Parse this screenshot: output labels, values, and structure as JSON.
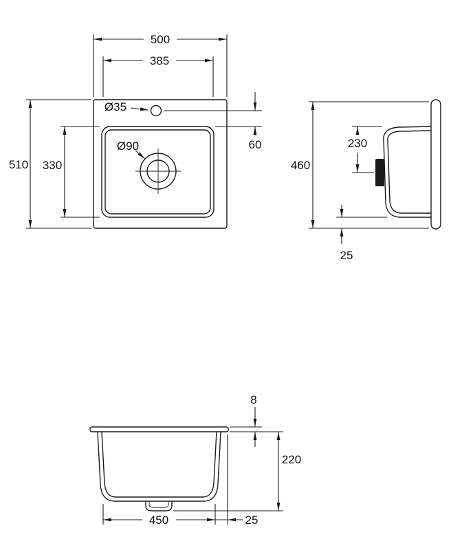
{
  "drawing": {
    "type": "technical-drawing",
    "subject": "kitchen sink dimensional drawing",
    "units": "mm",
    "colors": {
      "background": "#ffffff",
      "line": "#1a1a1a"
    },
    "plan_view": {
      "dims": {
        "overall_width": "500",
        "inner_width": "385",
        "overall_depth": "510",
        "bowl_depth": "330",
        "tap_to_bowl": "60",
        "tap_hole_diameter": "Ø35",
        "drain_diameter": "Ø90"
      }
    },
    "side_view": {
      "dims": {
        "mounting_depth": "460",
        "drain_center_offset": "230",
        "rear_margin": "25"
      }
    },
    "front_view": {
      "dims": {
        "rim_thickness": "8",
        "bowl_height": "220",
        "base_width": "450",
        "side_margin": "25"
      }
    }
  }
}
